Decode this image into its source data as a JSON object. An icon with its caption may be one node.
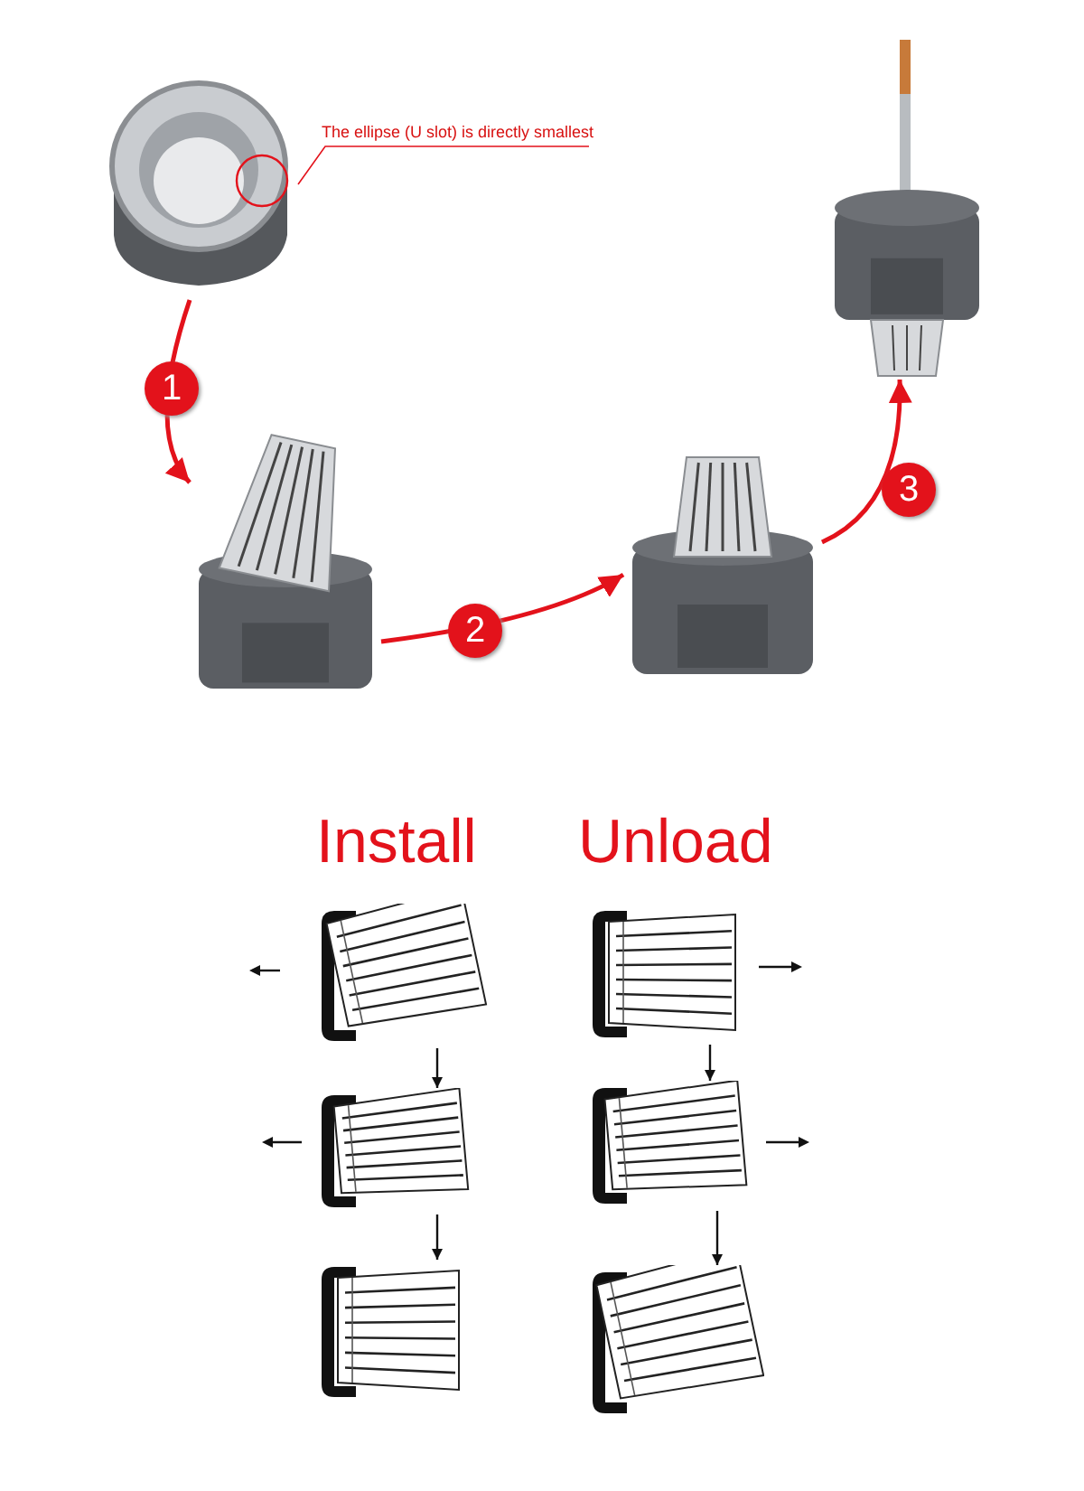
{
  "diagram": {
    "nodes": [
      {
        "text": [
          "The ellipse (U slot) is directly smallest"
        ]
      },
      {
        "text": [],
        "shape": "picture"
      },
      {
        "text": [],
        "shape": "picture"
      },
      {
        "text": [],
        "shape": "picture"
      },
      {
        "text": [],
        "shape": "picture"
      },
      {
        "text": [],
        "shape": "picture"
      },
      {
        "text": [],
        "shape": "picture"
      },
      {
        "text": [],
        "shape": "picture"
      },
      {
        "text": [],
        "shape": "picture"
      },
      {
        "text": [],
        "shape": "picture"
      },
      {
        "text": [],
        "shape": "picture"
      }
    ],
    "edges": [
      {
        "from": 0,
        "to": 1,
        "arrow": "none",
        "color": "#e3121b"
      },
      {
        "from": 1,
        "to": 2,
        "arrow": "to",
        "label": "1",
        "color": "#e3121b"
      },
      {
        "from": 2,
        "to": 3,
        "arrow": "to",
        "label": "2",
        "color": "#e3121b"
      },
      {
        "from": 3,
        "to": 4,
        "arrow": "to",
        "label": "3",
        "color": "#e3121b"
      },
      {
        "from": 5,
        "to": 6,
        "arrow": "to",
        "color": "#111111"
      },
      {
        "from": 6,
        "to": 7,
        "arrow": "to",
        "color": "#111111"
      },
      {
        "from": 8,
        "to": 9,
        "arrow": "to",
        "color": "#111111"
      },
      {
        "from": 9,
        "to": 10,
        "arrow": "to",
        "color": "#111111"
      }
    ],
    "labels": [
      "Install",
      "Unload"
    ]
  }
}
